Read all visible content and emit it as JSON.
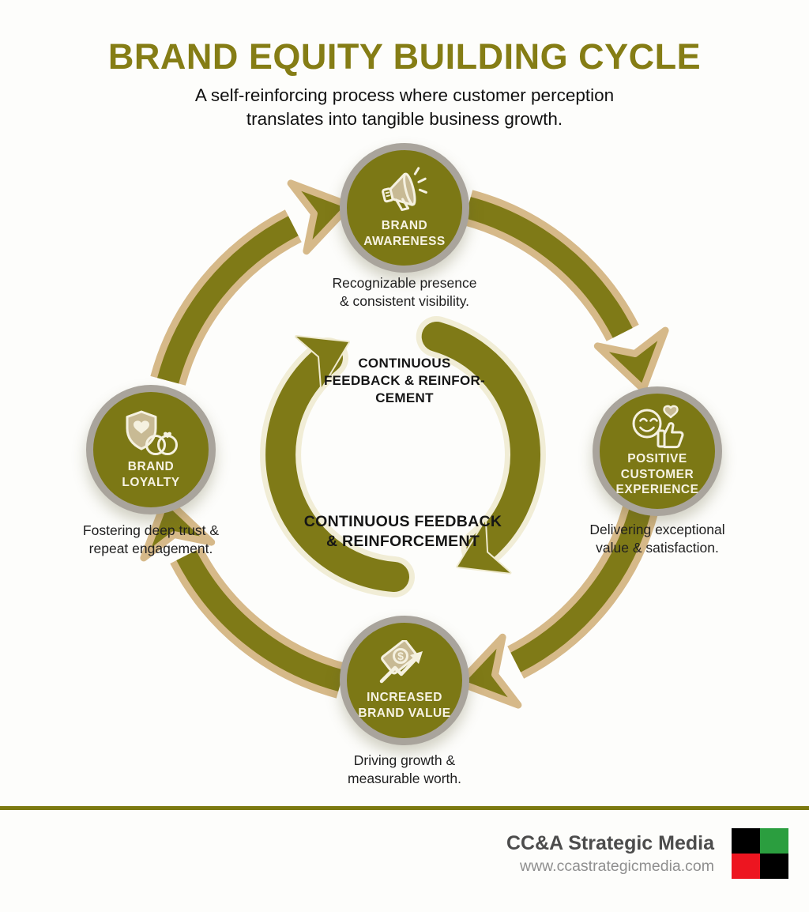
{
  "header": {
    "title": "BRAND EQUITY BUILDING CYCLE",
    "subtitle_line1": "A self-reinforcing process where customer perception",
    "subtitle_line2": "translates into tangible business growth."
  },
  "cycle": {
    "nodes": [
      {
        "id": "brand-awareness",
        "icon": "megaphone-icon",
        "label_line1": "BRAND",
        "label_line2": "AWARENESS",
        "caption_line1": "Recognizable presence",
        "caption_line2": "& consistent visibility."
      },
      {
        "id": "positive-customer-experience",
        "icon": "smiley-thumbs-up-heart-icon",
        "label_line1": "POSITIVE",
        "label_line2": "CUSTOMER",
        "label_line3": "EXPERIENCE",
        "caption_line1": "Delivering exceptional",
        "caption_line2": "value & satisfaction."
      },
      {
        "id": "increased-brand-value",
        "icon": "money-growth-arrow-icon",
        "label_line1": "INCREASED",
        "label_line2": "BRAND VALUE",
        "caption_line1": "Driving growth &",
        "caption_line2": "measurable worth."
      },
      {
        "id": "brand-loyalty",
        "icon": "shield-heart-rings-icon",
        "label_line1": "BRAND",
        "label_line2": "LOYALTY",
        "caption_line1": "Fostering deep trust &",
        "caption_line2": "repeat engagement."
      }
    ],
    "center_label_top": {
      "line1": "CONTINUOUS",
      "line2": "FEEDBACK & REINFOR-",
      "line3": "CEMENT"
    },
    "center_label_bottom": {
      "line1": "CONTINUOUS FEEDBACK",
      "line2": "& REINFORCEMENT"
    }
  },
  "footer": {
    "company": "CC&A Strategic Media",
    "website": "www.ccastrategicmedia.com",
    "logo_colors": {
      "top_left": "#000000",
      "top_right": "#2b9e3f",
      "bottom_left": "#ed1520",
      "bottom_right": "#000000"
    }
  },
  "colors": {
    "title": "#857d15",
    "node_fill": "#7c7815",
    "node_ring": "#a9a49c",
    "arrow_fill": "#7f7a17",
    "arrow_border": "#d6b989",
    "inner_arrow_halo": "#efeacf",
    "separator_line": "#7c7910",
    "node_label_text": "#f7f3e3",
    "caption_text": "#1f1f1f"
  }
}
